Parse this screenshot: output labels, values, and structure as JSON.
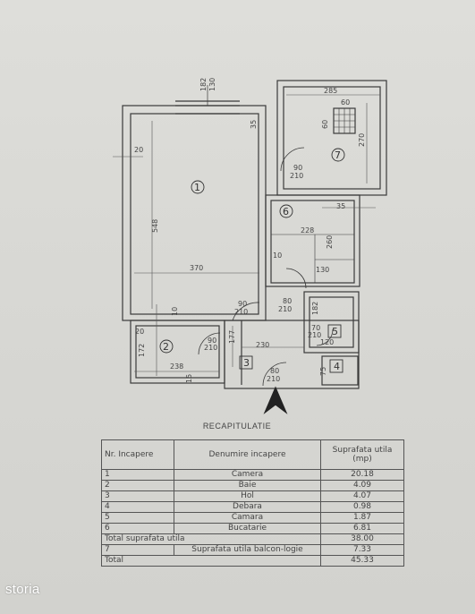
{
  "plan": {
    "dims": {
      "top_window_1": "182",
      "top_window_2": "130",
      "wall_35_top": "35",
      "wall_20": "20",
      "height_548": "548",
      "width_370": "370",
      "width_285": "285",
      "small_60": "60",
      "small_60b": "60",
      "height_270": "270",
      "door_90": "90",
      "door_210": "210",
      "wall_35_right": "35",
      "width_228": "228",
      "height_260": "260",
      "wall_10": "10",
      "width_130": "130",
      "door1_90": "90",
      "door1_210": "210",
      "door6_80": "80",
      "door6_210": "210",
      "h_182": "182",
      "wall_10b": "10",
      "wall_20b": "20",
      "h_172": "172",
      "door2_90": "90",
      "door2_210": "210",
      "h_177": "177",
      "width_230": "230",
      "door5_70": "70",
      "door5_210": "210",
      "w_120": "120",
      "width_238": "238",
      "wall_15": "15",
      "entry_80": "80",
      "entry_210": "210",
      "h_75": "75"
    },
    "rooms": [
      "1",
      "2",
      "3",
      "4",
      "5",
      "6",
      "7"
    ]
  },
  "recap": {
    "title": "RECAPITULATIE",
    "headers": {
      "nr": "Nr. Incapere",
      "denumire": "Denumire incapere",
      "suprafata": "Suprafata utila (mp)"
    },
    "rows": [
      {
        "nr": "1",
        "name": "Camera",
        "area": "20.18"
      },
      {
        "nr": "2",
        "name": "Baie",
        "area": "4.09"
      },
      {
        "nr": "3",
        "name": "Hol",
        "area": "4.07"
      },
      {
        "nr": "4",
        "name": "Debara",
        "area": "0.98"
      },
      {
        "nr": "5",
        "name": "Camara",
        "area": "1.87"
      },
      {
        "nr": "6",
        "name": "Bucatarie",
        "area": "6.81"
      }
    ],
    "total_utila_label": "Total suprafata utila",
    "total_utila_value": "38.00",
    "balcon": {
      "nr": "7",
      "name": "Suprafata utila balcon-logie",
      "area": "7.33"
    },
    "total_label": "Total",
    "total_value": "45.33"
  },
  "logo": "storia"
}
